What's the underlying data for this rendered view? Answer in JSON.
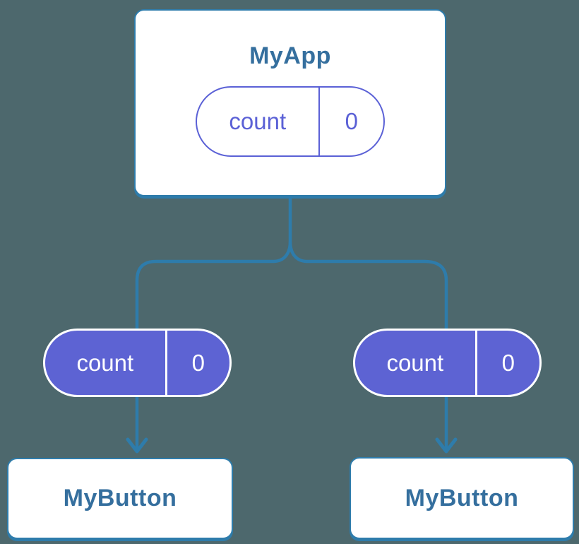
{
  "canvas": {
    "background": "#4d686d"
  },
  "colors": {
    "connector_blue": "#2e7cab",
    "node_background": "#ffffff",
    "node_title_text": "#356f9e",
    "state_purple": "#5d63d3",
    "outline_pill_purple": "#5b61d6",
    "pill_text_on_purple": "#ffffff"
  },
  "diagram": {
    "root": {
      "title": "MyApp",
      "pill": {
        "label": "count",
        "value": "0",
        "style": "outline"
      }
    },
    "children": [
      {
        "pill": {
          "label": "count",
          "value": "0",
          "style": "filled"
        },
        "node": {
          "title": "MyButton"
        }
      },
      {
        "pill": {
          "label": "count",
          "value": "0",
          "style": "filled"
        },
        "node": {
          "title": "MyButton"
        }
      }
    ]
  }
}
